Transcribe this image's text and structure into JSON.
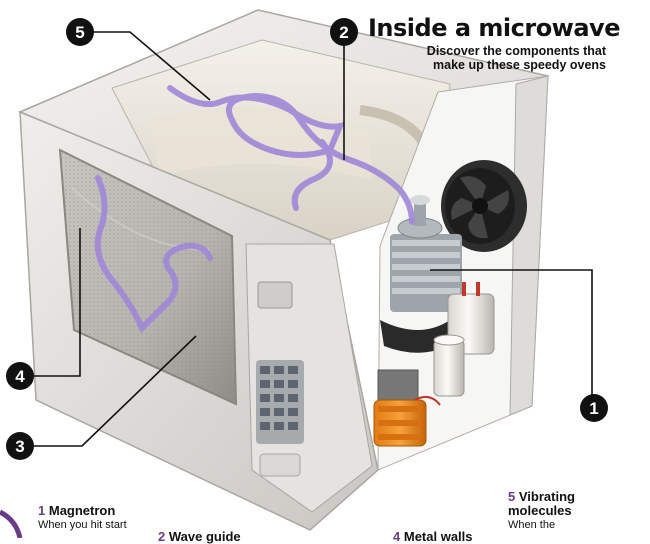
{
  "header": {
    "title": "Inside a microwave",
    "subtitle_lines": [
      "Discover the components that",
      "make up these speedy ovens"
    ]
  },
  "callouts": [
    {
      "number": "1"
    },
    {
      "number": "2"
    },
    {
      "number": "3"
    },
    {
      "number": "4"
    },
    {
      "number": "5"
    }
  ],
  "captions": {
    "c1": {
      "number": "1",
      "heading": "Magnetron",
      "body": "When you hit start"
    },
    "c2": {
      "number": "2",
      "heading": "Wave guide"
    },
    "c4": {
      "number": "4",
      "heading": "Metal walls"
    },
    "c5": {
      "number": "5",
      "heading_line1": "Vibrating",
      "heading_line2": "molecules",
      "body": "When the"
    }
  },
  "colors": {
    "accent_purple": "#6a3c86",
    "wave_purple": "#9f87d8",
    "callout_black": "#111111",
    "body_grey": "#dcdad6"
  }
}
